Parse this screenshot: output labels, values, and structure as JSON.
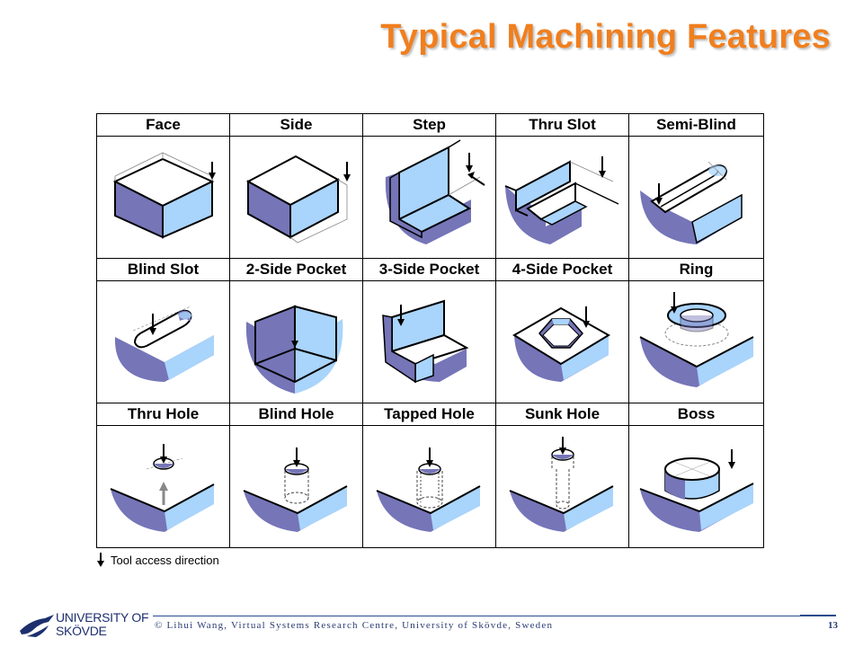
{
  "title": "Typical Machining Features",
  "rows": [
    [
      "Face",
      "Side",
      "Step",
      "Thru Slot",
      "Semi-Blind"
    ],
    [
      "Blind Slot",
      "2-Side Pocket",
      "3-Side Pocket",
      "4-Side Pocket",
      "Ring"
    ],
    [
      "Thru Hole",
      "Blind Hole",
      "Tapped Hole",
      "Sunk Hole",
      "Boss"
    ]
  ],
  "legend": "Tool access direction",
  "footer": "© Lihui Wang, Virtual Systems Research Centre, University of Skövde, Sweden",
  "page_number": "13",
  "logo": {
    "line1": "UNIVERSITY OF",
    "line2": "SKÖVDE"
  },
  "colors": {
    "title": "#f07f1f",
    "shade_dark": "#7575b8",
    "shade_light": "#a9d4fb",
    "footer": "#2a3c73"
  }
}
